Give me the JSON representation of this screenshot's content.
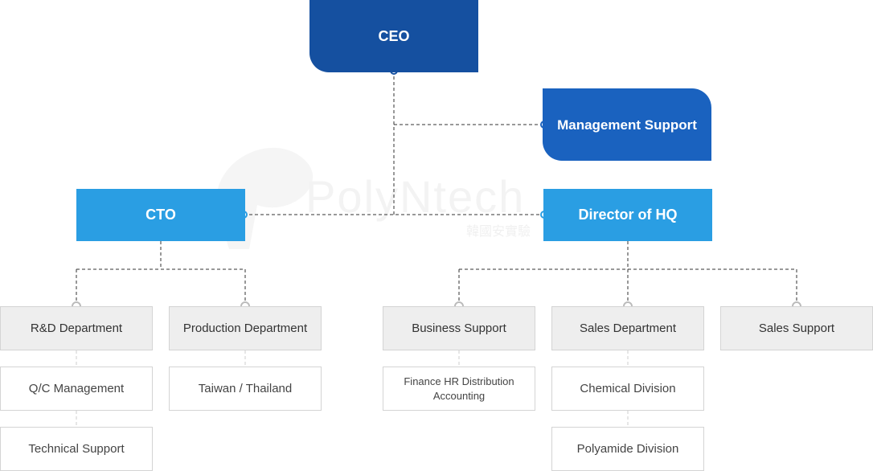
{
  "watermark": {
    "text": "PolyNtech",
    "subtext": "韓國安實驗"
  },
  "top": {
    "ceo": "CEO",
    "management": "Management Support"
  },
  "level2": {
    "cto": "CTO",
    "hq": "Director of HQ"
  },
  "departments": {
    "rd": "R&D Department",
    "production": "Production Department",
    "business": "Business Support",
    "sales_dept": "Sales Department",
    "sales_support": "Sales Support"
  },
  "sub_units": {
    "qc": "Q/C Management",
    "tech": "Technical Support",
    "taiwan": "Taiwan / Thailand",
    "finance": "Finance HR Distribution Accounting",
    "chemical": "Chemical Division",
    "polyamide": "Polyamide Division"
  },
  "colors": {
    "ceo": "#1550a0",
    "management": "#1a62bf",
    "level2": "#2a9ee3",
    "department_bg": "#eeeeee"
  }
}
